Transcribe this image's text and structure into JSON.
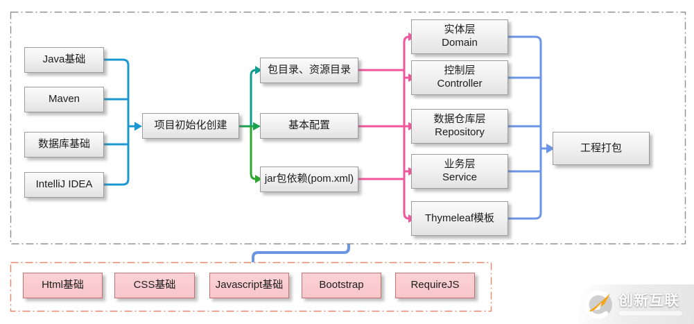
{
  "colors": {
    "flow_blue": "#1a98cf",
    "flow_teal": "#0f9b8e",
    "flow_midgreen": "#1aa14f",
    "flow_green": "#2ca62c",
    "flow_pink": "#f1559c",
    "flow_softblue": "#6b94e5",
    "container_border": "#8f8f8f",
    "frontend_border": "#e8876a",
    "logo_orange": "#f5a31a"
  },
  "diagram": {
    "foundations": [
      {
        "label": "Java基础"
      },
      {
        "label": "Maven"
      },
      {
        "label": "数据库基础"
      },
      {
        "label": "IntelliJ IDEA"
      }
    ],
    "init": {
      "label": "项目初始化创建"
    },
    "setup_steps": [
      {
        "label": "包目录、资源目录"
      },
      {
        "label": "基本配置"
      },
      {
        "label": "jar包依赖(pom.xml)"
      }
    ],
    "layers": [
      {
        "title": "实体层",
        "subtitle": "Domain"
      },
      {
        "title": "控制层",
        "subtitle": "Controller"
      },
      {
        "title": "数据仓库层",
        "subtitle": "Repository"
      },
      {
        "title": "业务层",
        "subtitle": "Service"
      },
      {
        "title": "Thymeleaf模板",
        "subtitle": ""
      }
    ],
    "packaging": {
      "label": "工程打包"
    },
    "frontend": [
      {
        "label": "Html基础"
      },
      {
        "label": "CSS基础"
      },
      {
        "label": "Javascript基础"
      },
      {
        "label": "Bootstrap"
      },
      {
        "label": "RequireJS"
      }
    ]
  },
  "watermark": {
    "brand": "创新互联"
  }
}
